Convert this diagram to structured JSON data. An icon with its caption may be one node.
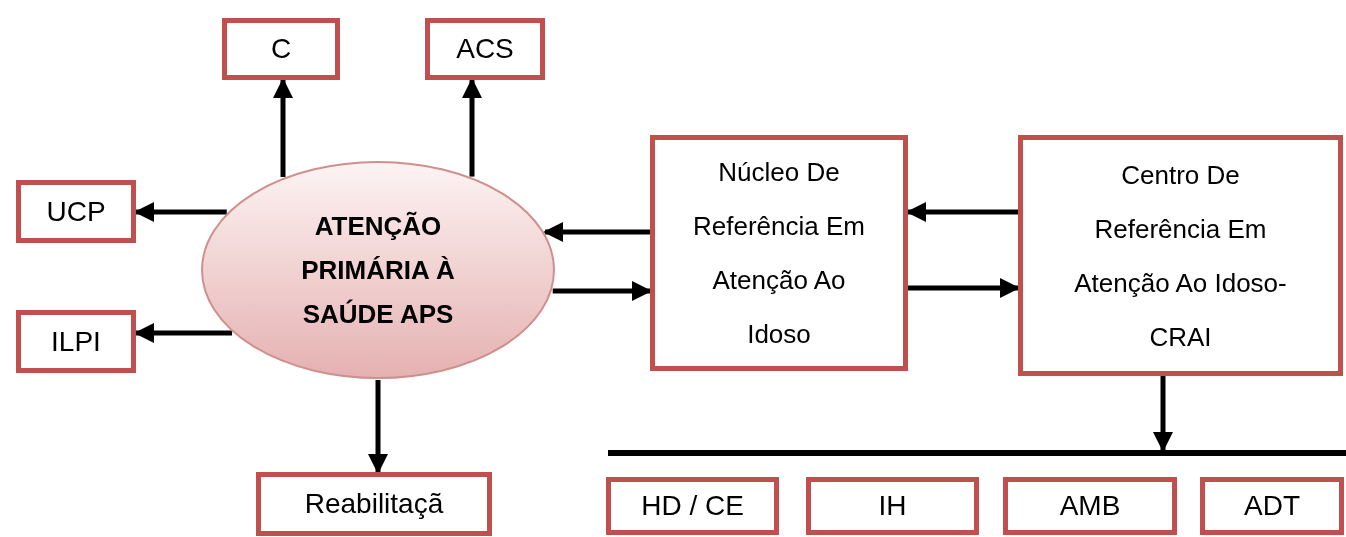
{
  "diagram": {
    "nodes": [
      {
        "text": [
          "C"
        ]
      },
      {
        "text": [
          "ACS"
        ]
      },
      {
        "text": [
          "UCP"
        ]
      },
      {
        "text": [
          "ILPI"
        ]
      },
      {
        "text": [
          "ATENÇÃO PRIMÁRIA À SAÚDE APS"
        ]
      },
      {
        "text": [
          "Núcleo De Referência Em Atenção Ao Idoso"
        ]
      },
      {
        "text": [
          "Centro De Referência Em Atenção Ao Idoso-CRAI"
        ]
      },
      {
        "text": [
          "Reabilitaçã"
        ]
      },
      {
        "text": [],
        "shape": "bar"
      },
      {
        "text": [
          "HD / CE"
        ]
      },
      {
        "text": [
          "IH"
        ]
      },
      {
        "text": [
          "AMB"
        ]
      },
      {
        "text": [
          "ADT"
        ]
      }
    ],
    "edges": [
      {
        "from": 4,
        "to": 0,
        "arrow": "to"
      },
      {
        "from": 4,
        "to": 1,
        "arrow": "to"
      },
      {
        "from": 4,
        "to": 2,
        "arrow": "to"
      },
      {
        "from": 4,
        "to": 3,
        "arrow": "to"
      },
      {
        "from": 4,
        "to": 7,
        "arrow": "to"
      },
      {
        "from": 5,
        "to": 4,
        "arrow": "to"
      },
      {
        "from": 4,
        "to": 5,
        "arrow": "to"
      },
      {
        "from": 6,
        "to": 5,
        "arrow": "to"
      },
      {
        "from": 5,
        "to": 6,
        "arrow": "to"
      },
      {
        "from": 6,
        "to": 8,
        "arrow": "to"
      }
    ]
  }
}
